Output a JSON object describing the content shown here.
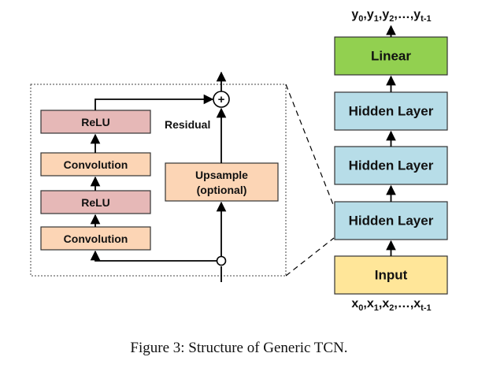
{
  "detail": {
    "relu_top": "ReLU",
    "conv_top": "Convolution",
    "relu_bottom": "ReLU",
    "conv_bottom": "Convolution",
    "upsample_line1": "Upsample",
    "upsample_line2": "(optional)",
    "residual_label": "Residual",
    "sum_symbol": "+"
  },
  "stack": {
    "linear": "Linear",
    "hidden_top": "Hidden Layer",
    "hidden_mid": "Hidden Layer",
    "hidden_bottom": "Hidden Layer",
    "input": "Input"
  },
  "outputs": {
    "prefix": "y",
    "subs": [
      "0",
      "1",
      "2"
    ],
    "ellipsis": "…",
    "last_sub": "t-1"
  },
  "inputs": {
    "prefix": "x",
    "subs": [
      "0",
      "1",
      "2"
    ],
    "ellipsis": "…",
    "last_sub": "t-1"
  },
  "caption": "Figure 3: Structure of Generic TCN.",
  "colors": {
    "relu": "#e6b8b7",
    "conv": "#fcd5b5",
    "hidden": "#b7dde8",
    "linear": "#92d050",
    "input": "#ffe699"
  }
}
